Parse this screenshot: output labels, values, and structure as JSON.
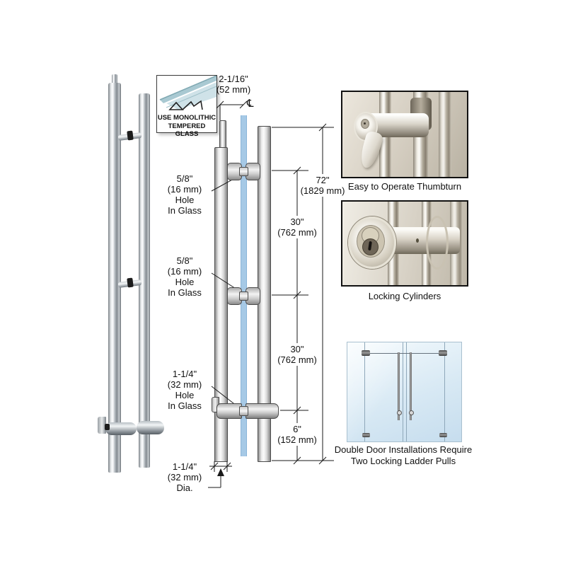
{
  "badge": {
    "line1": "USE MONOLITHIC",
    "line2": "TEMPERED GLASS"
  },
  "drawing": {
    "top_dim_in": "2-1/16\"",
    "top_dim_mm": "(52 mm)",
    "centerline": "℄",
    "hole1": {
      "l1": "5/8\"",
      "l2": "(16 mm)",
      "l3": "Hole",
      "l4": "In Glass"
    },
    "hole2": {
      "l1": "5/8\"",
      "l2": "(16 mm)",
      "l3": "Hole",
      "l4": "In Glass"
    },
    "hole3": {
      "l1": "1-1/4\"",
      "l2": "(32 mm)",
      "l3": "Hole",
      "l4": "In Glass"
    },
    "dia": {
      "l1": "1-1/4\"",
      "l2": "(32 mm)",
      "l3": "Dia."
    },
    "dim72": {
      "in": "72\"",
      "mm": "(1829 mm)"
    },
    "dim30a": {
      "in": "30\"",
      "mm": "(762 mm)"
    },
    "dim30b": {
      "in": "30\"",
      "mm": "(762 mm)"
    },
    "dim6": {
      "in": "6\"",
      "mm": "(152 mm)"
    }
  },
  "panels": {
    "thumbturn": {
      "caption": "Easy to Operate Thumbturn"
    },
    "cylinders": {
      "caption": "Locking Cylinders"
    },
    "double_door": {
      "caption_line1": "Double Door Installations Require",
      "caption_line2": "Two Locking Ladder Pulls"
    }
  },
  "colors": {
    "glass_blue": "#a6c9e6",
    "line": "#1a1a1a",
    "photo_bg": "#d7d1c5",
    "door_glass": "#d9eaf5"
  }
}
